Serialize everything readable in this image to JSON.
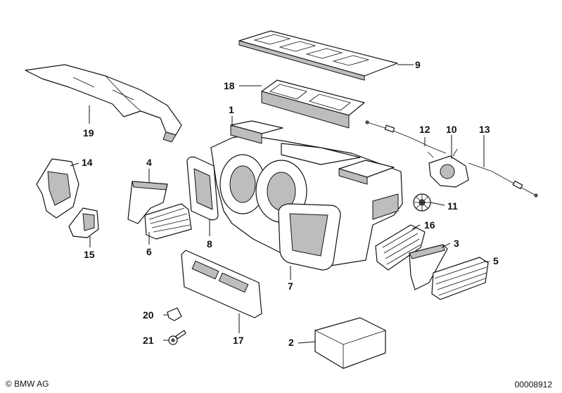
{
  "footer": {
    "copyright": "© BMW AG",
    "document_number": "00008912"
  },
  "callouts": {
    "c1": "1",
    "c2": "2",
    "c3": "3",
    "c4": "4",
    "c5": "5",
    "c6": "6",
    "c7": "7",
    "c8": "8",
    "c9": "9",
    "c10": "10",
    "c11": "11",
    "c12": "12",
    "c13": "13",
    "c14": "14",
    "c15": "15",
    "c16": "16",
    "c17": "17",
    "c18": "18",
    "c19": "19",
    "c20": "20",
    "c21": "21"
  }
}
